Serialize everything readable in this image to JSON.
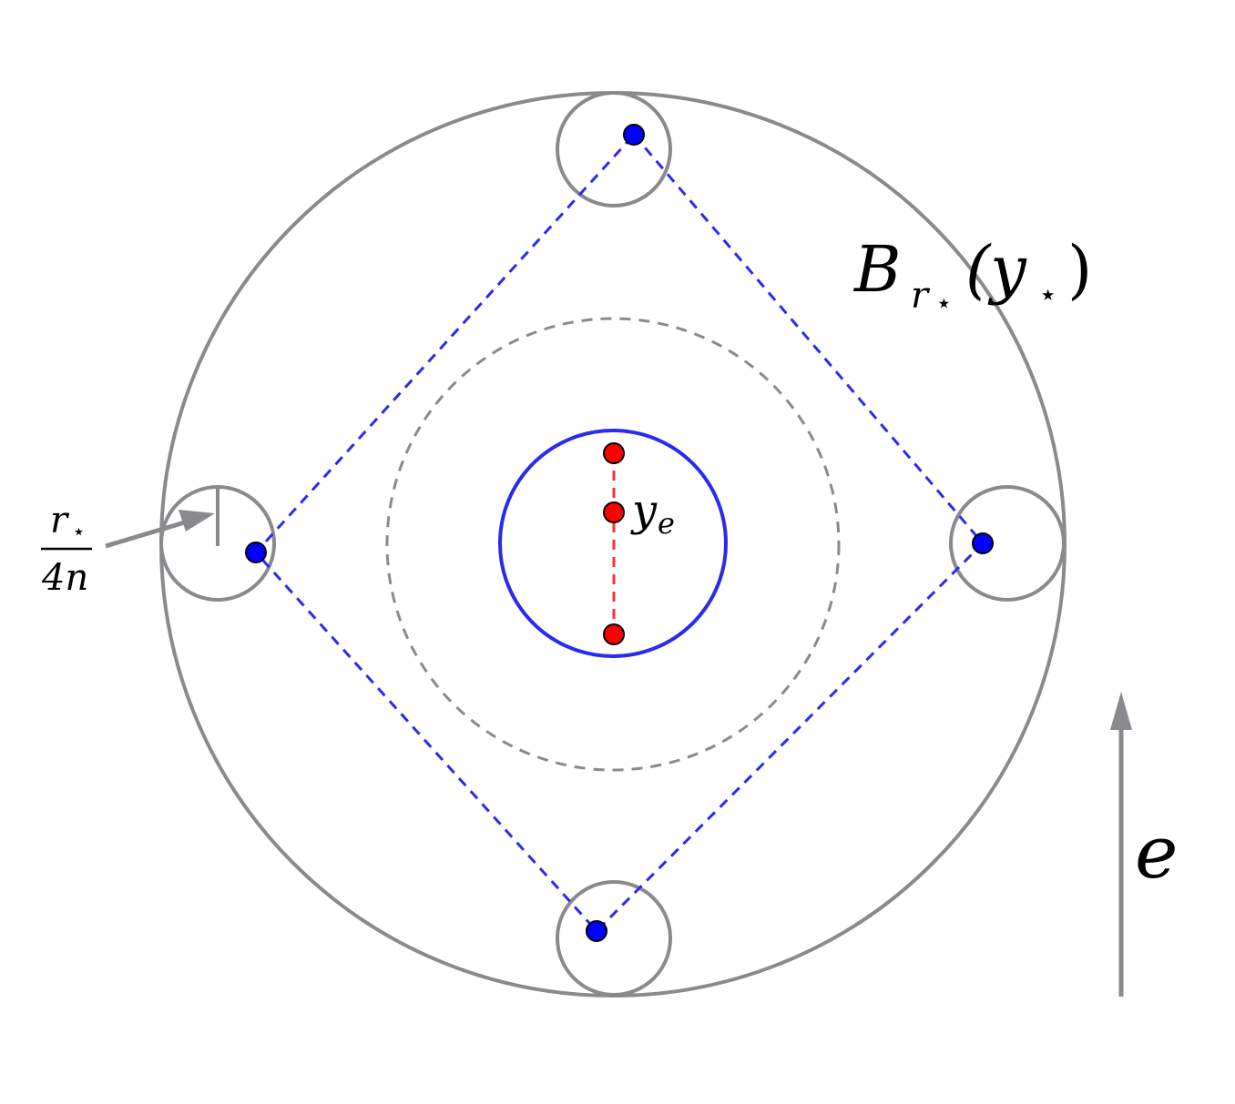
{
  "labels": {
    "ball_base": "B",
    "ball_sub": "r",
    "ball_sub_star": "⋆",
    "ball_paren_open": "(y",
    "ball_paren_star": "⋆",
    "ball_paren_close": ")",
    "ye_base": "y",
    "ye_sub": "e",
    "frac_num_base": "r",
    "frac_num_star": "⋆",
    "frac_den": "4n",
    "arrow_label": "e"
  },
  "colors": {
    "gray": "#8a8a8e",
    "blue": "#2a2af0",
    "point_blue": "#0000ff",
    "point_red": "#ff0000",
    "red_dash": "#ff3030"
  }
}
